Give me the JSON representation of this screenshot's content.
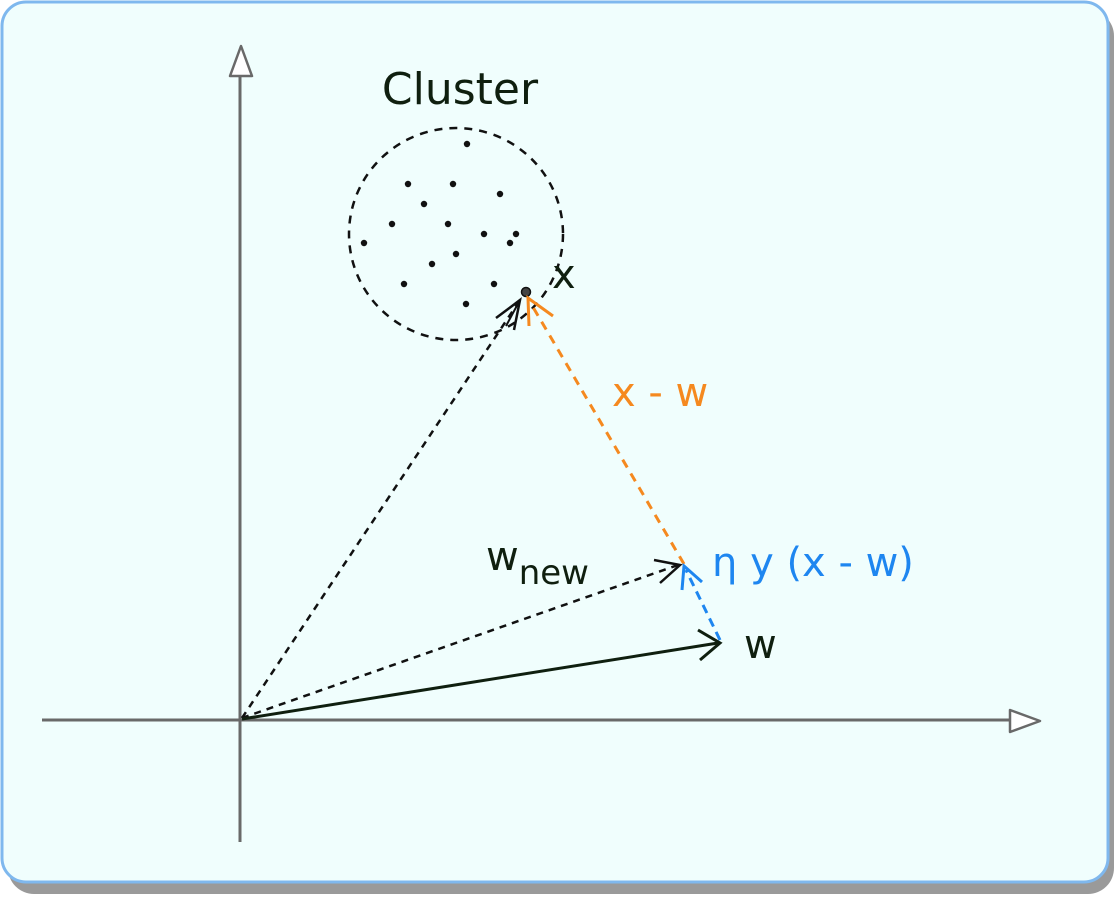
{
  "labels": {
    "cluster": "Cluster",
    "x": "x",
    "x_minus_w": "x - w",
    "w_new_base": "w",
    "w_new_sub": "new",
    "update": "η y (x - w)",
    "w": "w"
  },
  "colors": {
    "panel_background": "#f0fefd",
    "panel_border": "#7fb8ee",
    "panel_shadow": "#9a9a9a",
    "axis": "#696969",
    "vector": "#0f1f0f",
    "orange": "#f5891f",
    "blue": "#1e86f0"
  }
}
